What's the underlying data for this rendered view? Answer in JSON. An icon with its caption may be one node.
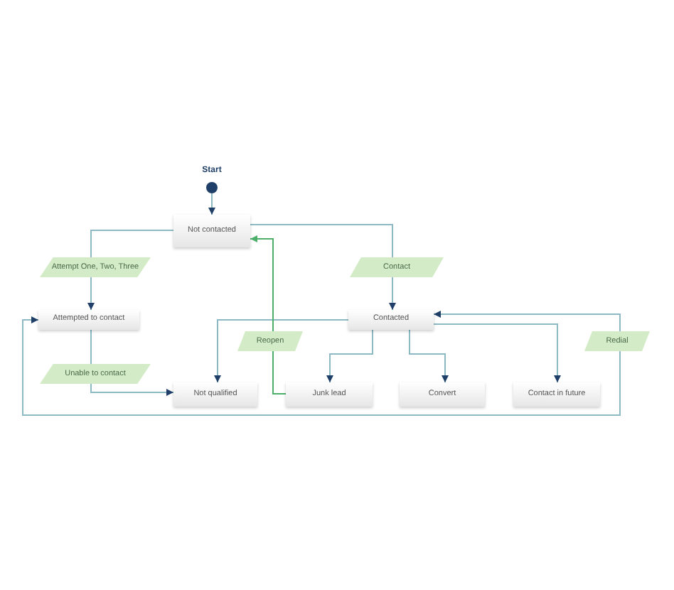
{
  "diagram": {
    "nodes": [
      {
        "text": [
          "Start"
        ]
      },
      {
        "text": [
          "Not contacted"
        ]
      },
      {
        "text": [
          "Attempted to contact"
        ]
      },
      {
        "text": [
          "Contacted"
        ]
      },
      {
        "text": [
          "Not qualified"
        ]
      },
      {
        "text": [
          "Junk lead"
        ]
      },
      {
        "text": [
          "Convert"
        ]
      },
      {
        "text": [
          "Contact in future"
        ]
      }
    ],
    "edges": [
      {
        "from": 0,
        "to": 1,
        "arrow": "to"
      },
      {
        "from": 1,
        "to": 2,
        "arrow": "to",
        "label": "Attempt One, Two, Three"
      },
      {
        "from": 1,
        "to": 3,
        "arrow": "to",
        "label": "Contact"
      },
      {
        "from": 2,
        "to": 4,
        "arrow": "to",
        "label": "Unable to contact"
      },
      {
        "from": 3,
        "to": 4,
        "arrow": "to"
      },
      {
        "from": 3,
        "to": 5,
        "arrow": "to"
      },
      {
        "from": 3,
        "to": 6,
        "arrow": "to"
      },
      {
        "from": 3,
        "to": 7,
        "arrow": "to"
      },
      {
        "from": 5,
        "to": 1,
        "arrow": "to",
        "label": "Reopen",
        "color": "#4caf6a"
      },
      {
        "from": 2,
        "to": 3,
        "arrow": "both",
        "label": "Redial"
      }
    ]
  }
}
